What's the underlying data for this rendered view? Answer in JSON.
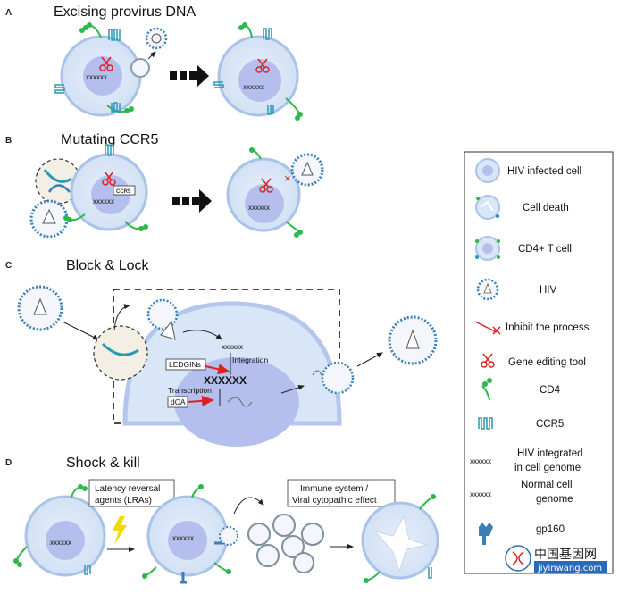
{
  "panels": {
    "a": {
      "letter": "A",
      "title": "Excising provirus DNA"
    },
    "b": {
      "letter": "B",
      "title": "Mutating CCR5",
      "ccr5_tag": "CCR5"
    },
    "c": {
      "letter": "C",
      "title": "Block & Lock",
      "integration": "Integration",
      "transcription": "Transcription",
      "ledgins": "LEDGINs",
      "dca": "dCA"
    },
    "d": {
      "letter": "D",
      "title": "Shock & kill",
      "lra_line1": "Latency reversal",
      "lra_line2": "agents (LRAs)",
      "immune_line1": "Immune system /",
      "immune_line2": "Viral cytopathic effect"
    }
  },
  "legend": {
    "items": [
      {
        "icon": "hiv-infected-cell-icon",
        "label": "HIV infected cell"
      },
      {
        "icon": "cell-death-icon",
        "label": "Cell death"
      },
      {
        "icon": "cd4-t-cell-icon",
        "label": "CD4+ T cell"
      },
      {
        "icon": "hiv-virion-icon",
        "label": "HIV"
      },
      {
        "icon": "inhibit-arrow-icon",
        "label": "Inhibit the process"
      },
      {
        "icon": "scissors-icon",
        "label": "Gene editing tool"
      },
      {
        "icon": "cd4-receptor-icon",
        "label": "CD4"
      },
      {
        "icon": "ccr5-receptor-icon",
        "label": "CCR5"
      },
      {
        "icon": "integrated-genome-icon",
        "label_line1": "HIV integrated",
        "label_line2": "in cell genome"
      },
      {
        "icon": "normal-genome-icon",
        "label_line1": "Normal cell",
        "label_line2": "genome"
      },
      {
        "icon": "gp160-icon",
        "label": "gp160"
      }
    ]
  },
  "dna_glyph": "XXXXXX",
  "watermark": {
    "line1": "中国基因网",
    "line2": "jiyinwang.com"
  },
  "colors": {
    "cell_fill": "#d9e6f7",
    "cell_stroke": "#a9c3e8",
    "nucleus": "#b4bfee",
    "cd4": "#2db84b",
    "ccr5": "#2a9ab3",
    "inhibit": "#e02020",
    "virus_spike": "#3a7fb8"
  }
}
